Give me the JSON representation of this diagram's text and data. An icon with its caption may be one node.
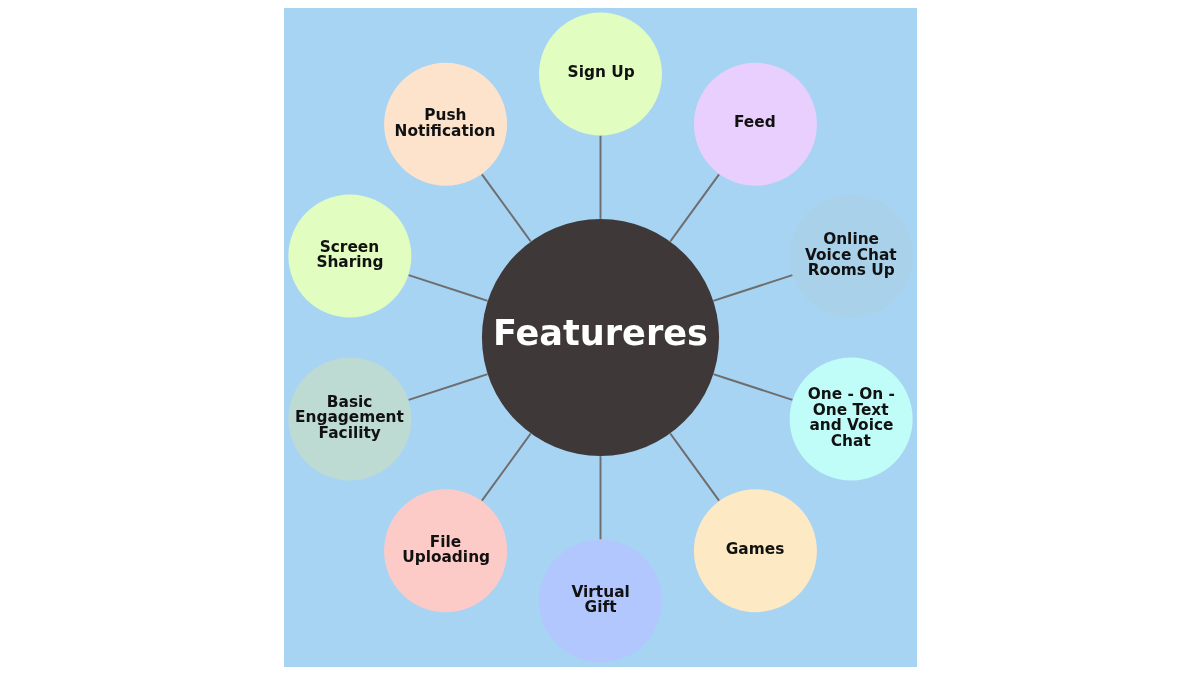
{
  "diagram": {
    "nodes": [
      {
        "text": [
          "Featureres"
        ]
      },
      {
        "text": [
          "Sign Up"
        ]
      },
      {
        "text": [
          "Feed"
        ]
      },
      {
        "text": [
          "Online Voice Chat Rooms Up"
        ]
      },
      {
        "text": [
          "One - On - One Text and Voice Chat"
        ]
      },
      {
        "text": [
          "Games"
        ]
      },
      {
        "text": [
          "Virtual Gift"
        ]
      },
      {
        "text": [
          "File Uploading"
        ]
      },
      {
        "text": [
          "Basic Engagement Facility"
        ]
      },
      {
        "text": [
          "Screen Sharing"
        ]
      },
      {
        "text": [
          "Push Notification"
        ]
      }
    ],
    "edges": [
      {
        "from": 0,
        "to": 3,
        "arrow": "none"
      },
      {
        "from": 0,
        "to": 2,
        "arrow": "none"
      },
      {
        "from": 0,
        "to": 1,
        "arrow": "none"
      },
      {
        "from": 0,
        "to": 10,
        "arrow": "none"
      },
      {
        "from": 0,
        "to": 9,
        "arrow": "none"
      },
      {
        "from": 0,
        "to": 8,
        "arrow": "none"
      },
      {
        "from": 0,
        "to": 7,
        "arrow": "none"
      },
      {
        "from": 0,
        "to": 6,
        "arrow": "none"
      },
      {
        "from": 0,
        "to": 5,
        "arrow": "none"
      },
      {
        "from": 0,
        "to": 4,
        "arrow": "none"
      }
    ]
  }
}
